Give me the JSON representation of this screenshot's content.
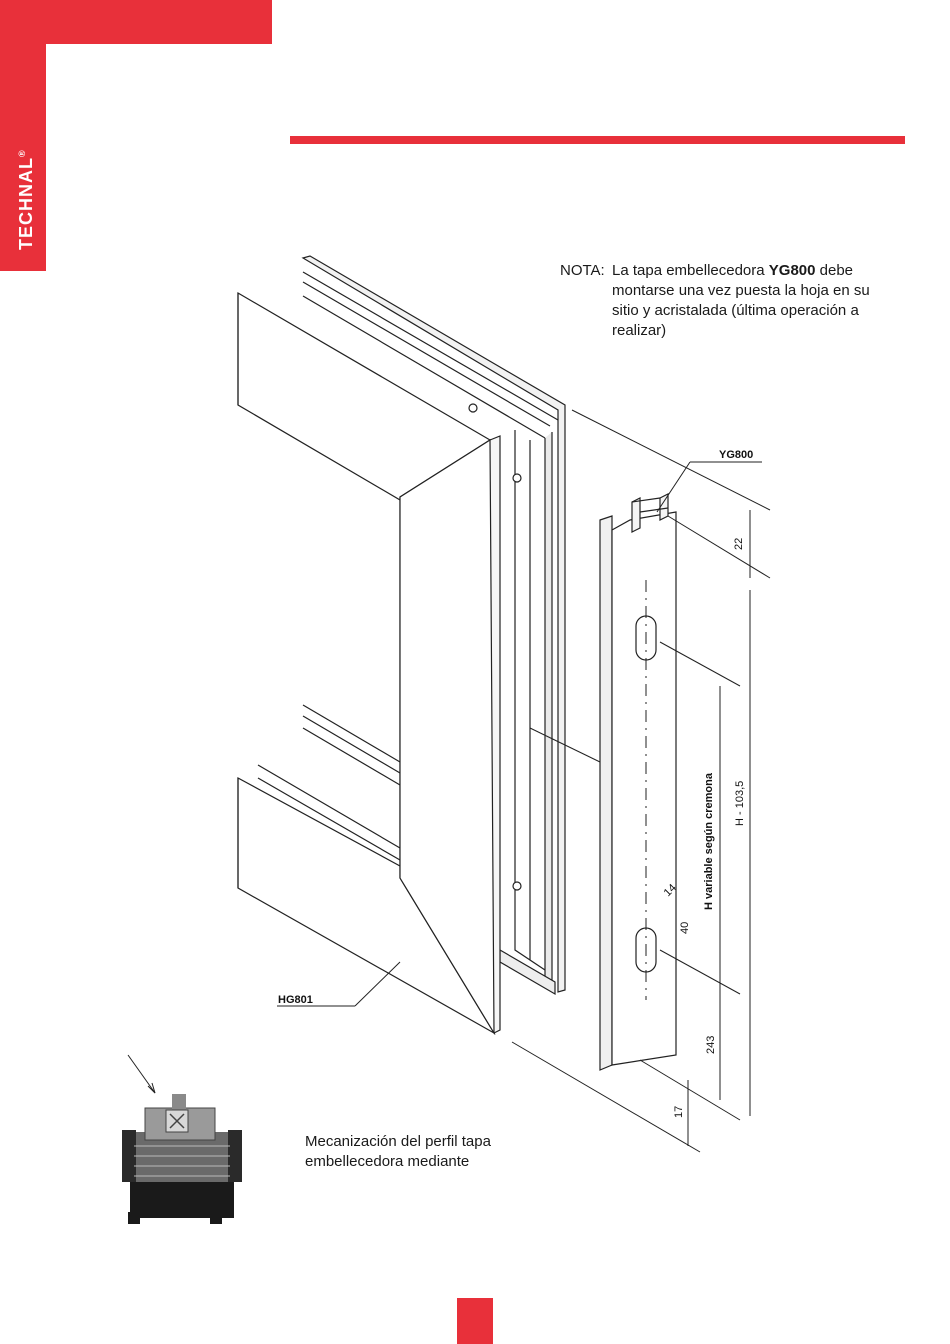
{
  "brand": {
    "name": "TECHNAL",
    "mark": "®"
  },
  "note": {
    "label": "NOTA:",
    "lines": [
      "La tapa embellecedora ",
      "YG800",
      " debe montarse una vez puesta la hoja en su sitio y acristalada (última operación a realizar)"
    ]
  },
  "drawing": {
    "labels": {
      "cover_profile": "YG800",
      "leaf_profile": "HG801"
    },
    "dimensions": {
      "top_offset": "22",
      "slot_width": "14",
      "slot_length": "40",
      "slot_spacing": "H variable según cremona",
      "total": "H - 103,5",
      "bottom_offset": "243",
      "end_offset": "17"
    }
  },
  "caption": {
    "line1": "Mecanización del perfil tapa",
    "line2": "embellecedora mediante"
  },
  "colors": {
    "accent": "#e8303a"
  }
}
